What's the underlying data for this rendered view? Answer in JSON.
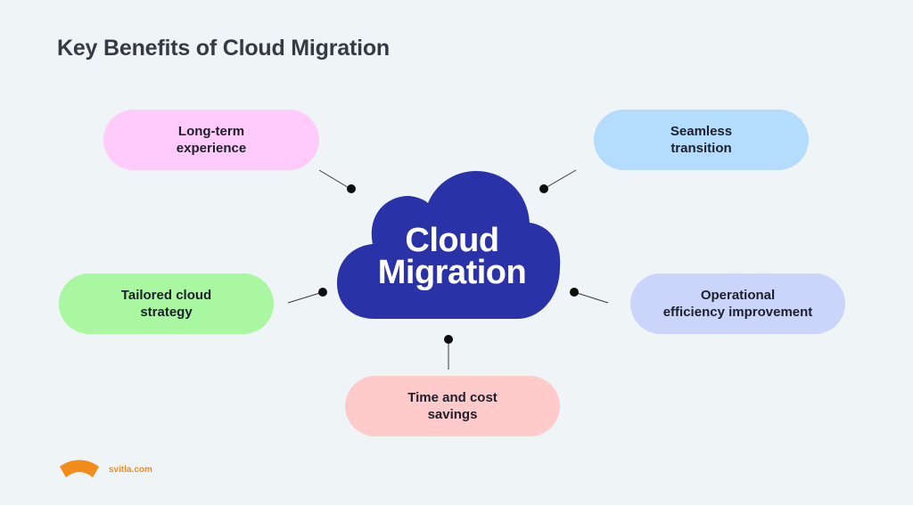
{
  "title": "Key Benefits of Cloud Migration",
  "center": {
    "line1": "Cloud",
    "line2": "Migration",
    "color": "#2a32a8"
  },
  "benefits": [
    {
      "line1": "Long-term",
      "line2": "experience",
      "color": "#ffcbfb"
    },
    {
      "line1": "Seamless",
      "line2": "transition",
      "color": "#b4dcfd"
    },
    {
      "line1": "Tailored cloud",
      "line2": "strategy",
      "color": "#aaf7a2"
    },
    {
      "line1": "Operational",
      "line2": "efficiency improvement",
      "color": "#cbd5fb"
    },
    {
      "line1": "Time and cost",
      "line2": "savings",
      "color": "#ffcaca"
    }
  ],
  "footer": {
    "brand": "svitla.com",
    "brand_color": "#f28c1a"
  }
}
